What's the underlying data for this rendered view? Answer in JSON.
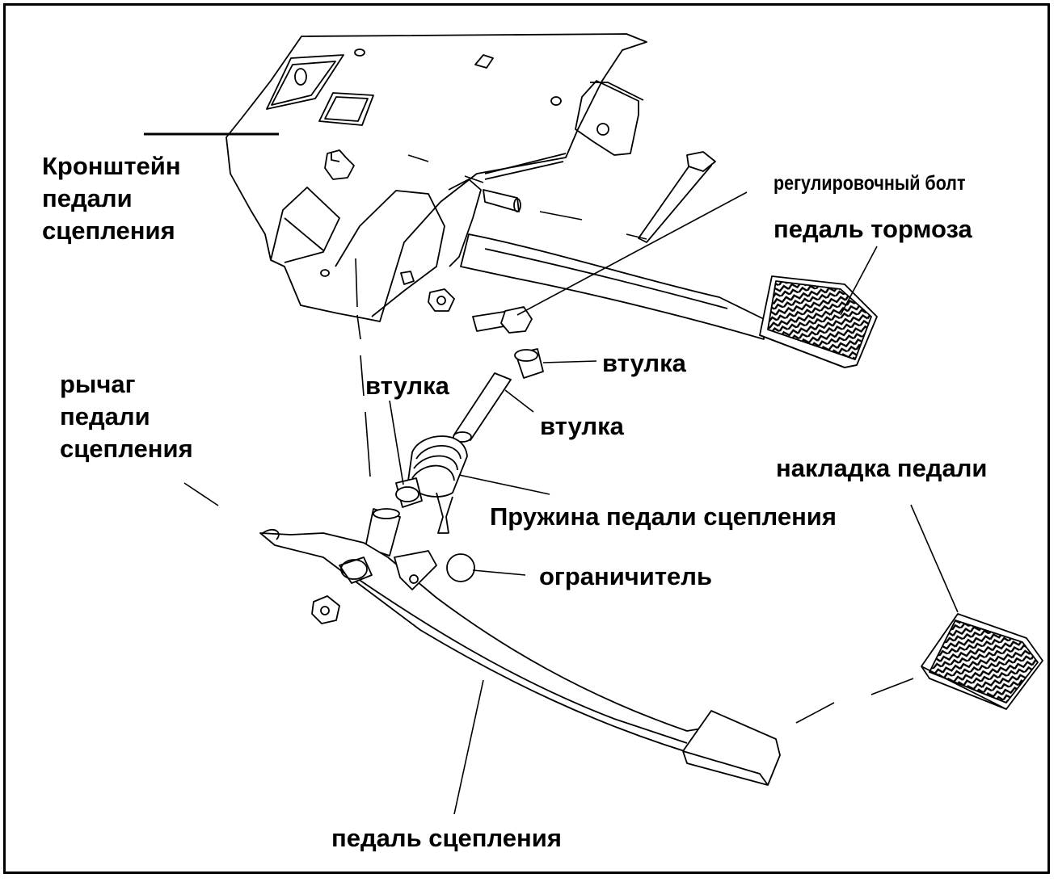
{
  "labels": {
    "bracket": [
      "Кронштейн",
      "педали",
      "сцепления"
    ],
    "adjusting_bolt": "регулировочный болт",
    "brake_pedal": "педаль тормоза",
    "bushing_top": "втулка",
    "bushing_mid": "втулка",
    "bushing_left": "втулка",
    "lever": [
      "рычаг",
      "педали",
      "сцепления"
    ],
    "pedal_pad": "накладка педали",
    "spring": "Пружина педали сцепления",
    "stopper": "ограничитель",
    "clutch_pedal": "педаль сцепления"
  },
  "colors": {
    "ink": "#000000",
    "background": "#ffffff"
  }
}
